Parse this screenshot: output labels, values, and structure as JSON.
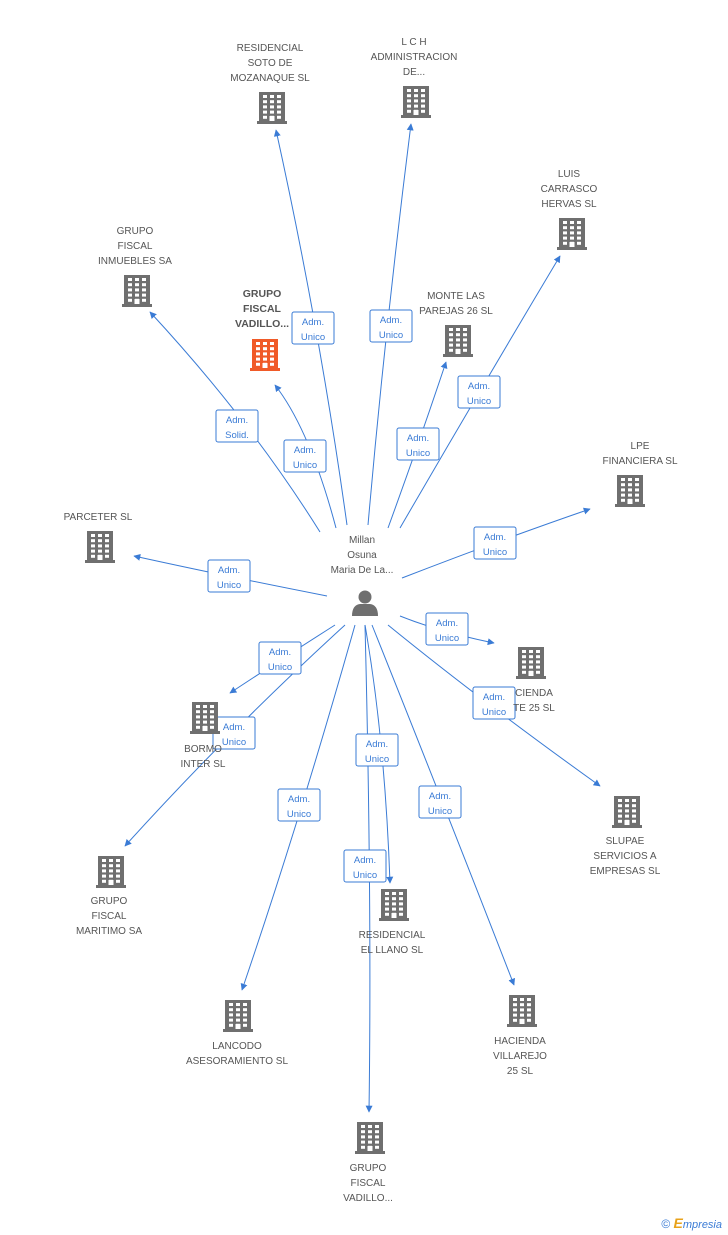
{
  "center": {
    "lines": [
      "Millan",
      "Osuna",
      "Maria De La..."
    ],
    "icon": "person-icon"
  },
  "companies": [
    {
      "id": "residencial-soto",
      "lines": [
        "RESIDENCIAL",
        "SOTO DE",
        "MOZANAQUE SL"
      ],
      "icon": "building-icon"
    },
    {
      "id": "lch",
      "lines": [
        "L C H",
        "ADMINISTRACION",
        "DE..."
      ],
      "icon": "building-icon"
    },
    {
      "id": "luis-carrasco",
      "lines": [
        "LUIS",
        "CARRASCO",
        "HERVAS SL"
      ],
      "icon": "building-icon"
    },
    {
      "id": "grupo-fiscal-inmuebles",
      "lines": [
        "GRUPO",
        "FISCAL",
        "INMUEBLES SA"
      ],
      "icon": "building-icon"
    },
    {
      "id": "grupo-fiscal-vadillo-main",
      "lines": [
        "GRUPO",
        "FISCAL",
        "VADILLO..."
      ],
      "icon": "building-icon",
      "highlight": true
    },
    {
      "id": "monte-las-parejas",
      "lines": [
        "MONTE LAS",
        "PAREJAS 26 SL"
      ],
      "icon": "building-icon"
    },
    {
      "id": "lpe-financiera",
      "lines": [
        "LPE",
        "FINANCIERA SL"
      ],
      "icon": "building-icon"
    },
    {
      "id": "parceter",
      "lines": [
        "PARCETER SL"
      ],
      "icon": "building-icon"
    },
    {
      "id": "hacienda-te",
      "lines": [
        "CIENDA",
        "TE 25 SL"
      ],
      "icon": "building-icon"
    },
    {
      "id": "bormo-inter",
      "lines": [
        "BORMO",
        "INTER SL"
      ],
      "icon": "building-icon"
    },
    {
      "id": "slupae",
      "lines": [
        "SLUPAE",
        "SERVICIOS A",
        "EMPRESAS SL"
      ],
      "icon": "building-icon"
    },
    {
      "id": "grupo-fiscal-maritimo",
      "lines": [
        "GRUPO",
        "FISCAL",
        "MARITIMO SA"
      ],
      "icon": "building-icon"
    },
    {
      "id": "residencial-el-llano",
      "lines": [
        "RESIDENCIAL",
        "EL LLANO SL"
      ],
      "icon": "building-icon"
    },
    {
      "id": "lancodo",
      "lines": [
        "LANCODO",
        "ASESORAMIENTO SL"
      ],
      "icon": "building-icon"
    },
    {
      "id": "hacienda-villarejo",
      "lines": [
        "HACIENDA",
        "VILLAREJO",
        "25 SL"
      ],
      "icon": "building-icon"
    },
    {
      "id": "grupo-fiscal-vadillo-2",
      "lines": [
        "GRUPO",
        "FISCAL",
        "VADILLO..."
      ],
      "icon": "building-icon"
    }
  ],
  "relations": [
    {
      "target": "residencial-soto",
      "lines": [
        "Adm.",
        "Unico"
      ]
    },
    {
      "target": "lch",
      "lines": [
        "Adm.",
        "Unico"
      ]
    },
    {
      "target": "luis-carrasco",
      "lines": [
        "Adm.",
        "Unico"
      ]
    },
    {
      "target": "grupo-fiscal-inmuebles",
      "lines": [
        "Adm.",
        "Solid."
      ]
    },
    {
      "target": "grupo-fiscal-vadillo-main",
      "lines": [
        "Adm.",
        "Unico"
      ]
    },
    {
      "target": "monte-las-parejas",
      "lines": [
        "Adm.",
        "Unico"
      ]
    },
    {
      "target": "lpe-financiera",
      "lines": [
        "Adm.",
        "Unico"
      ]
    },
    {
      "target": "parceter",
      "lines": [
        "Adm.",
        "Unico"
      ]
    },
    {
      "target": "hacienda-te",
      "lines": [
        "Adm.",
        "Unico"
      ]
    },
    {
      "target": "bormo-inter",
      "lines": [
        "Adm.",
        "Unico"
      ]
    },
    {
      "target": "slupae",
      "lines": [
        "Adm.",
        "Unico"
      ]
    },
    {
      "target": "grupo-fiscal-maritimo",
      "lines": [
        "Adm.",
        "Unico"
      ]
    },
    {
      "target": "residencial-el-llano",
      "lines": [
        "Adm.",
        "Unico"
      ]
    },
    {
      "target": "lancodo",
      "lines": [
        "Adm.",
        "Unico"
      ]
    },
    {
      "target": "hacienda-villarejo",
      "lines": [
        "Adm.",
        "Unico"
      ]
    },
    {
      "target": "grupo-fiscal-vadillo-2",
      "lines": [
        "Adm.",
        "Unico"
      ]
    }
  ],
  "colors": {
    "edge": "#3a7bd5",
    "node": "#6f6f6f",
    "highlight": "#f05a28",
    "label": "#555555"
  },
  "footer": {
    "copyright": "©",
    "brand_initial": "E",
    "brand_rest": "mpresia"
  }
}
